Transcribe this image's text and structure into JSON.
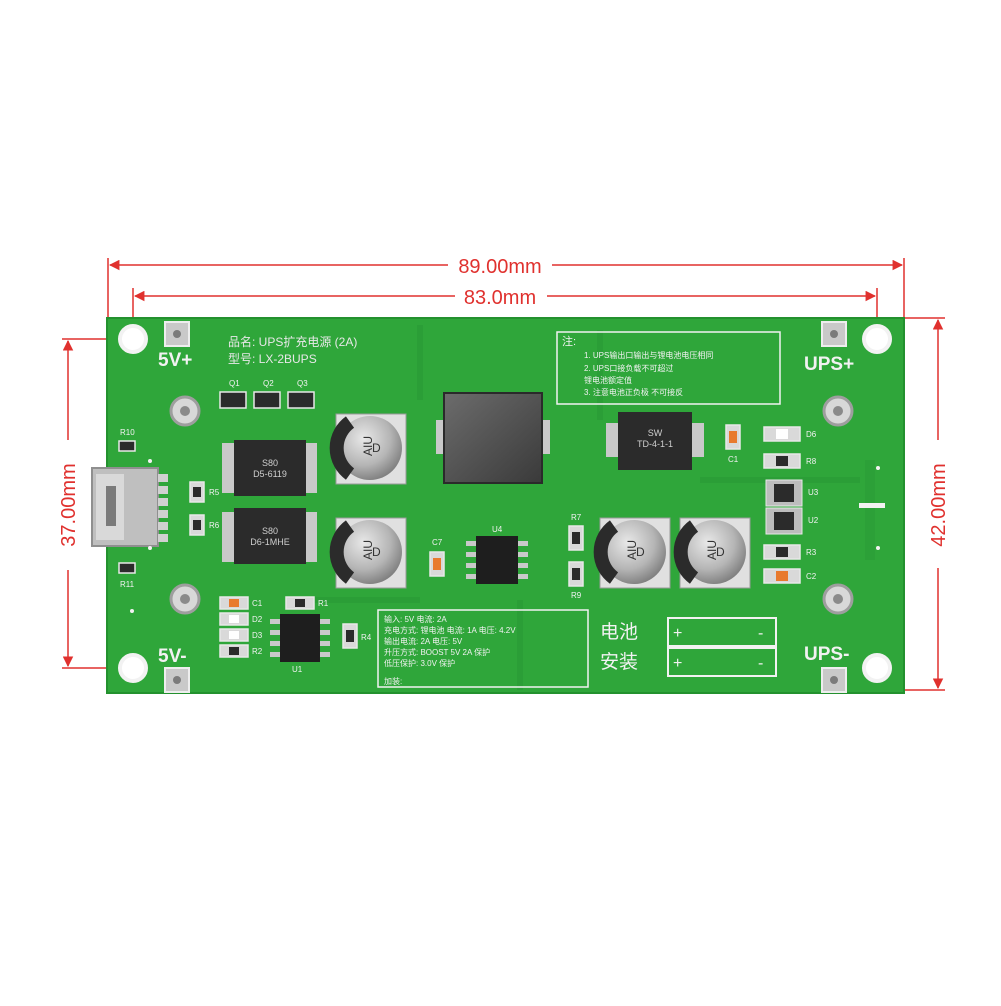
{
  "dimensions": {
    "overall_width": "89.00mm",
    "hole_spacing_width": "83.0mm",
    "hole_spacing_height": "37.00mm",
    "overall_height": "42.00mm"
  },
  "terminals": {
    "v5_plus": "5V+",
    "v5_minus": "5V-",
    "ups_plus": "UPS+",
    "ups_minus": "UPS-"
  },
  "silkscreen": {
    "product_line": "品名: UPS扩充电源 (2A)",
    "model_line": "型号: LX-2BUPS",
    "note_title": "注:",
    "note_lines": [
      "1. UPS输出口输出与锂电池电压相同",
      "2. UPS口接负载不可超过",
      "   锂电池额定值",
      "3. 注意电池正负极 不可接反"
    ],
    "spec_lines": [
      "输入: 5V  电流: 2A",
      "充电方式: 锂电池 电流: 1A 电压: 4.2V",
      "输出电流: 2A  电压: 5V",
      "升压方式: BOOST 5V 2A 保护",
      "低压保护: 3.0V 保护",
      "",
      "加装:"
    ],
    "battery_label_line1": "电池",
    "battery_label_line2": "安装"
  },
  "component_labels": {
    "q1": "Q1",
    "q2": "Q2",
    "q3": "Q3",
    "r10": "R10",
    "r11": "R11",
    "r5": "R5",
    "r6": "R6",
    "c1": "C1",
    "d2": "D2",
    "d3": "D3",
    "r2": "R2",
    "r1": "R1",
    "r4": "R4",
    "u1": "U1",
    "c7": "C7",
    "u4": "U4",
    "r7": "R7",
    "r9": "R9",
    "d6": "D6",
    "r8": "R8",
    "u3": "U3",
    "u2": "U2",
    "r3": "R3",
    "c2": "C2",
    "c1b": "C1"
  },
  "parts": {
    "cap_text_line1": "AIU",
    "cap_text_line2": "D",
    "mosfet1_line1": "S80",
    "mosfet1_line2": "D5-6119",
    "mosfet2_line1": "S80",
    "mosfet2_line2": "D6-1MHE",
    "diode_line1": "SW",
    "diode_line2": "TD-4-1-1"
  },
  "colors": {
    "pcb": "#2fa63a",
    "pcb_dark": "#23912e",
    "silk": "#f2f2f2",
    "dimension": "#e0312e",
    "component": "#2b2b2b",
    "pad": "#c9c9c9"
  }
}
